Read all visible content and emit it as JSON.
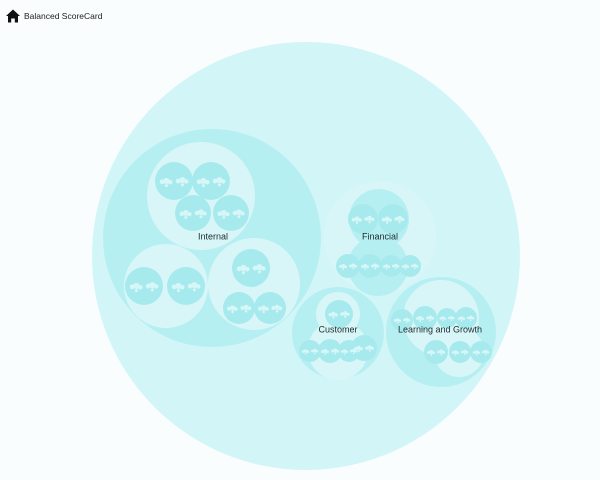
{
  "header": {
    "breadcrumb": "Balanced ScoreCard",
    "home_icon": "home-icon"
  },
  "colors": {
    "root": "#d2f6f7",
    "level1": "#b6eff2",
    "level2": "#d8f6f8",
    "level3": "#a7eaee",
    "level4": "#d6f6f8",
    "label": "#1b2a2c"
  },
  "chart_data": {
    "type": "circle-packing",
    "root": "Balanced ScoreCard",
    "categories": [
      {
        "name": "Internal",
        "label": "Internal"
      },
      {
        "name": "Financial",
        "label": "Financial"
      },
      {
        "name": "Customer",
        "label": "Customer"
      },
      {
        "name": "Learning and Growth",
        "label": "Learning and Growth"
      }
    ]
  }
}
